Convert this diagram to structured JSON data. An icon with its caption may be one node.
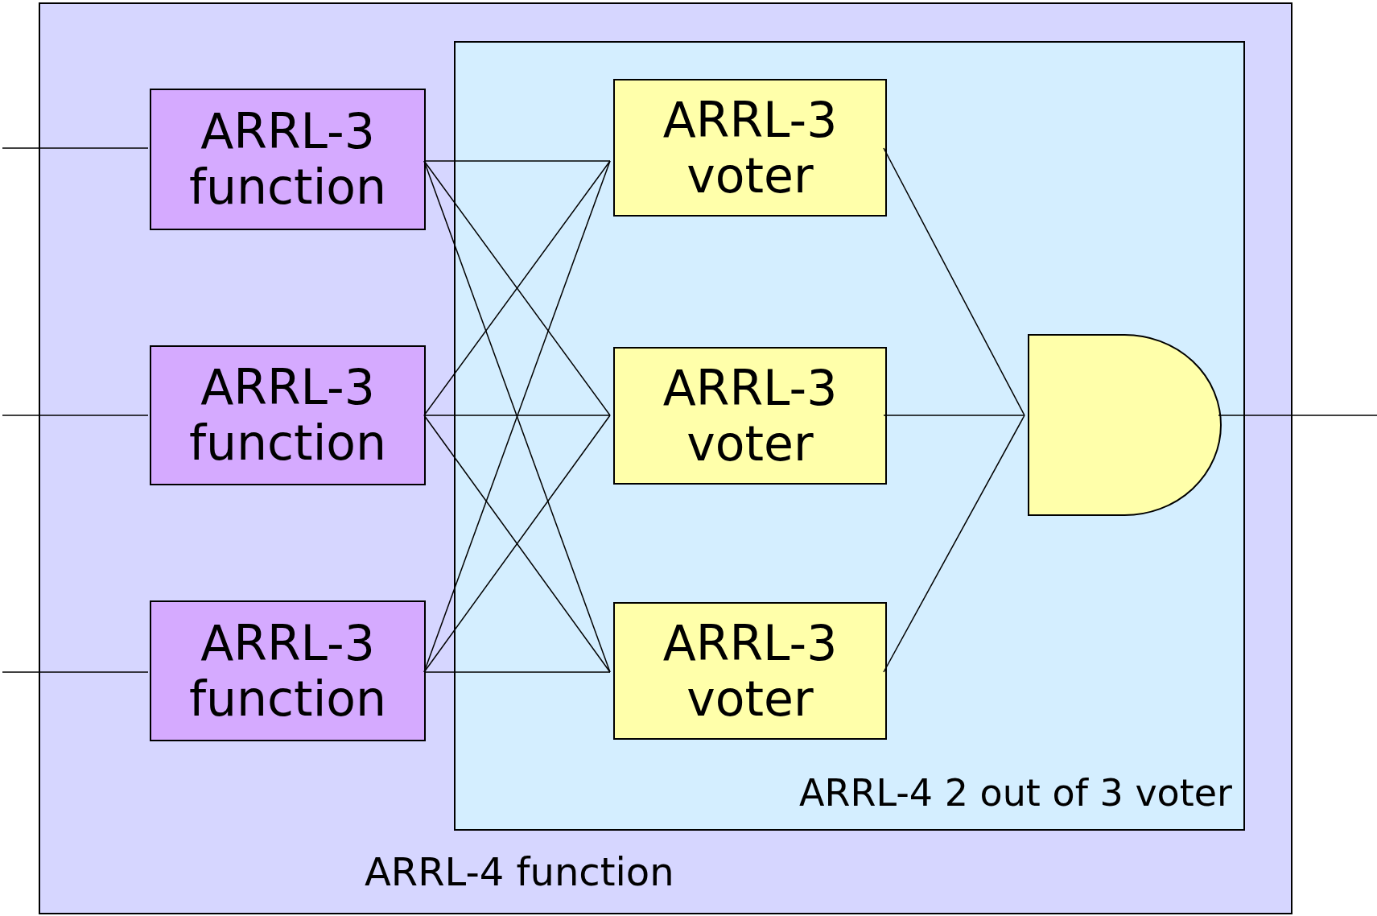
{
  "diagram": {
    "nodes": [
      {
        "text": [
          "ARRL-4 function"
        ]
      },
      {
        "text": [
          "ARRL-4 2 out of 3 voter"
        ],
        "in": 0
      },
      {
        "text": [
          "ARRL-3 function"
        ],
        "in": 0
      },
      {
        "text": [
          "ARRL-3 function"
        ],
        "in": 0
      },
      {
        "text": [
          "ARRL-3 function"
        ],
        "in": 0
      },
      {
        "text": [
          "ARRL-3 voter"
        ],
        "in": 1
      },
      {
        "text": [
          "ARRL-3 voter"
        ],
        "in": 1
      },
      {
        "text": [
          "ARRL-3 voter"
        ],
        "in": 1
      },
      {
        "text": [],
        "shape": "gate",
        "in": 1
      }
    ],
    "edges": [
      {
        "from": null,
        "to": 2,
        "arrow": "none"
      },
      {
        "from": null,
        "to": 3,
        "arrow": "none"
      },
      {
        "from": null,
        "to": 4,
        "arrow": "none"
      },
      {
        "from": 2,
        "to": 5,
        "arrow": "none"
      },
      {
        "from": 2,
        "to": 6,
        "arrow": "none"
      },
      {
        "from": 2,
        "to": 7,
        "arrow": "none"
      },
      {
        "from": 3,
        "to": 5,
        "arrow": "none"
      },
      {
        "from": 3,
        "to": 6,
        "arrow": "none"
      },
      {
        "from": 3,
        "to": 7,
        "arrow": "none"
      },
      {
        "from": 4,
        "to": 5,
        "arrow": "none"
      },
      {
        "from": 4,
        "to": 6,
        "arrow": "none"
      },
      {
        "from": 4,
        "to": 7,
        "arrow": "none"
      },
      {
        "from": 5,
        "to": 8,
        "arrow": "none"
      },
      {
        "from": 6,
        "to": 8,
        "arrow": "none"
      },
      {
        "from": 7,
        "to": 8,
        "arrow": "none"
      },
      {
        "from": 8,
        "to": null,
        "arrow": "none"
      }
    ]
  }
}
